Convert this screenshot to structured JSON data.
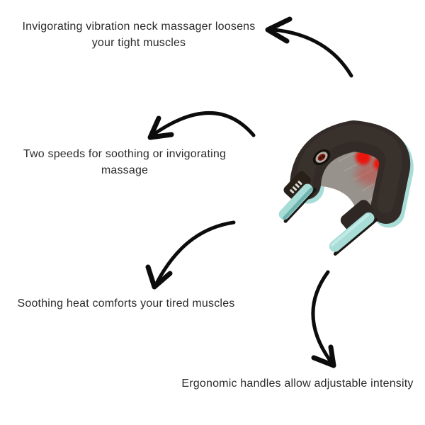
{
  "page": {
    "background": "#ffffff",
    "text_color": "#2b2b2b"
  },
  "captions": [
    {
      "id": "vibration",
      "text": "Invigorating vibration neck massager loosens your tight muscles"
    },
    {
      "id": "speeds",
      "text": "Two speeds for soothing or invigorating massage"
    },
    {
      "id": "heat",
      "text": "Soothing heat comforts your tired muscles"
    },
    {
      "id": "ergonomic",
      "text": "Ergonomic handles allow adjustable intensity"
    }
  ],
  "arrows": {
    "color": "#0c0c0c"
  },
  "product": {
    "name": "U-shaped vibration neck massager with heat",
    "colors": {
      "body": "#332b27",
      "body_highlight": "#4a4039",
      "accent_teal": "#a7dcd7",
      "accent_teal_dark": "#6fb4b0",
      "mesh_gray": "#97928c",
      "heat_glow_red": "#e8170a",
      "dial_ring": "#b5afa8",
      "dial_center": "#76190e"
    }
  }
}
